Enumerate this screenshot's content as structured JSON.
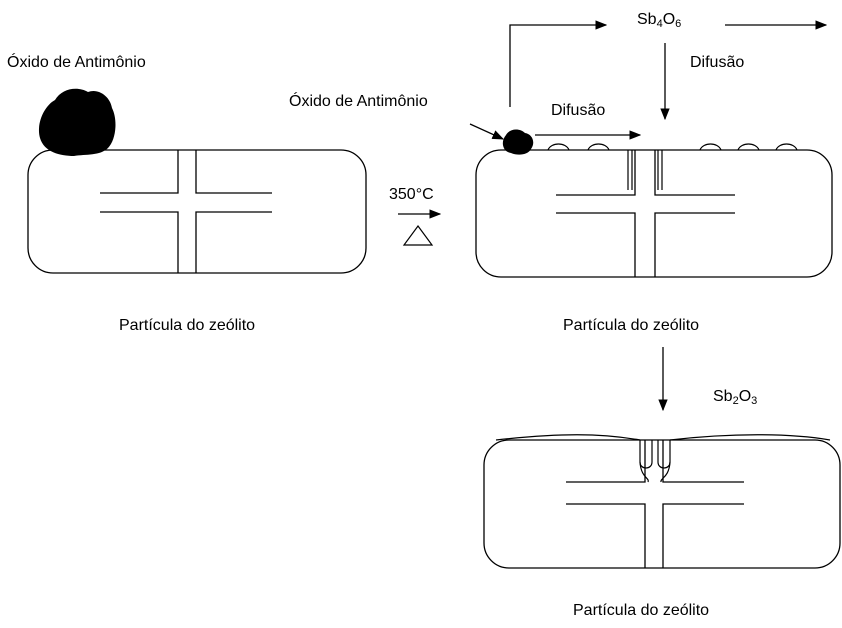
{
  "colors": {
    "line": "#000000",
    "background": "#ffffff"
  },
  "labels": {
    "oxide_left": "Óxido de Antimônio",
    "oxide_mid": "Óxido de Antimônio",
    "particle_left": "Partícula do zeólito",
    "particle_mid": "Partícula do zeólito",
    "particle_bottom": "Partícula do zeólito",
    "temperature": "350°C",
    "heat_symbol": "Δ",
    "diffusion_top": "Difusão",
    "diffusion_mid": "Difusão"
  },
  "formulas": {
    "sb4o6": {
      "element1": "Sb",
      "count1": "4",
      "element2": "O",
      "count2": "6"
    },
    "sb2o3": {
      "element1": "Sb",
      "count1": "2",
      "element2": "O",
      "count2": "3"
    }
  }
}
